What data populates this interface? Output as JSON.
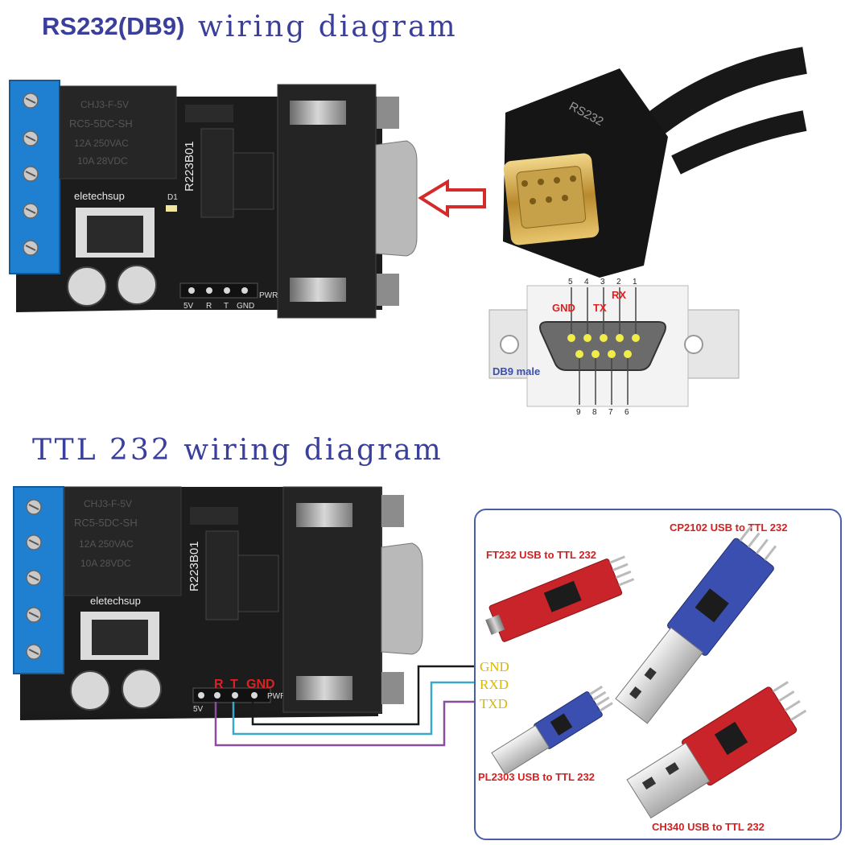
{
  "sections": {
    "rs232": {
      "title_bold": "RS232(DB9)",
      "title_rest": " wiring diagram"
    },
    "ttl232": {
      "title": "TTL 232 wiring diagram"
    }
  },
  "board": {
    "brand": "eletechsup",
    "model": "R223B01",
    "relay_text": [
      "CHJ3-F-5V",
      "RC5-5DC-SH",
      "12A 250VAC",
      "10A 28VDC"
    ],
    "led_label": "D1",
    "header_labels": [
      "5V",
      "R",
      "T",
      "GND"
    ],
    "power_label": "PWR"
  },
  "cable": {
    "label": "RS232"
  },
  "db9": {
    "label": "DB9 male",
    "pins_top": [
      "5",
      "4",
      "3",
      "2",
      "1"
    ],
    "pins_bottom": [
      "9",
      "8",
      "7",
      "6"
    ],
    "signals": {
      "gnd": "GND",
      "tx": "TX",
      "rx": "RX"
    }
  },
  "ttl_pins": {
    "r": "R",
    "t": "T",
    "gnd": "GND"
  },
  "wires": {
    "gnd": {
      "label": "GND",
      "color": "#1a1a1a"
    },
    "rxd": {
      "label": "RXD",
      "color": "#3aa8c8"
    },
    "txd": {
      "label": "TXD",
      "color": "#8a4e9e"
    }
  },
  "modules": {
    "ft232": "FT232  USB to TTL 232",
    "cp2102": "CP2102 USB to TTL 232",
    "pl2303": "PL2303 USB to TTL 232",
    "ch340": "CH340  USB to TTL 232"
  },
  "colors": {
    "title_blue": "#3b3f9c",
    "terminal_blue": "#1f7fd0",
    "pcb_black": "#1c1c1c",
    "signal_red": "#e02020",
    "wire_label_yellow": "#d9b800",
    "module_red": "#c8242a",
    "module_blue": "#3a4fb0",
    "arrow_red": "#d42a2a",
    "gold": "#c9a24a"
  }
}
